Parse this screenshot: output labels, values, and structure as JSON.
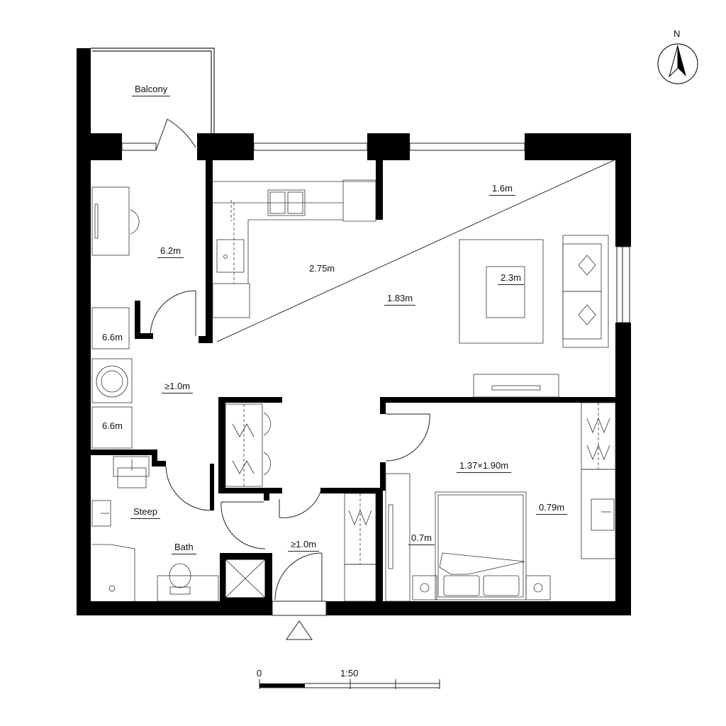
{
  "compass": {
    "label": "N"
  },
  "rooms": {
    "balcony": "Balcony",
    "steep": "Steep",
    "bath": "Bath"
  },
  "dimensions": {
    "study": "6.2m",
    "kitchen_diag": "2.75m",
    "living_top": "1.6m",
    "living_mid": "1.83m",
    "table": "2.3m",
    "laundry_upper": "6.6m",
    "laundry_lower": "6.6m",
    "hall": "≥1.0m",
    "entry": "≥1.0m",
    "bed_size": "1.37×1.90m",
    "wardrobe_right": "0.79m",
    "wardrobe_left": "0.7m"
  },
  "scale_bar": {
    "start": "0",
    "ratio": "1:50"
  }
}
